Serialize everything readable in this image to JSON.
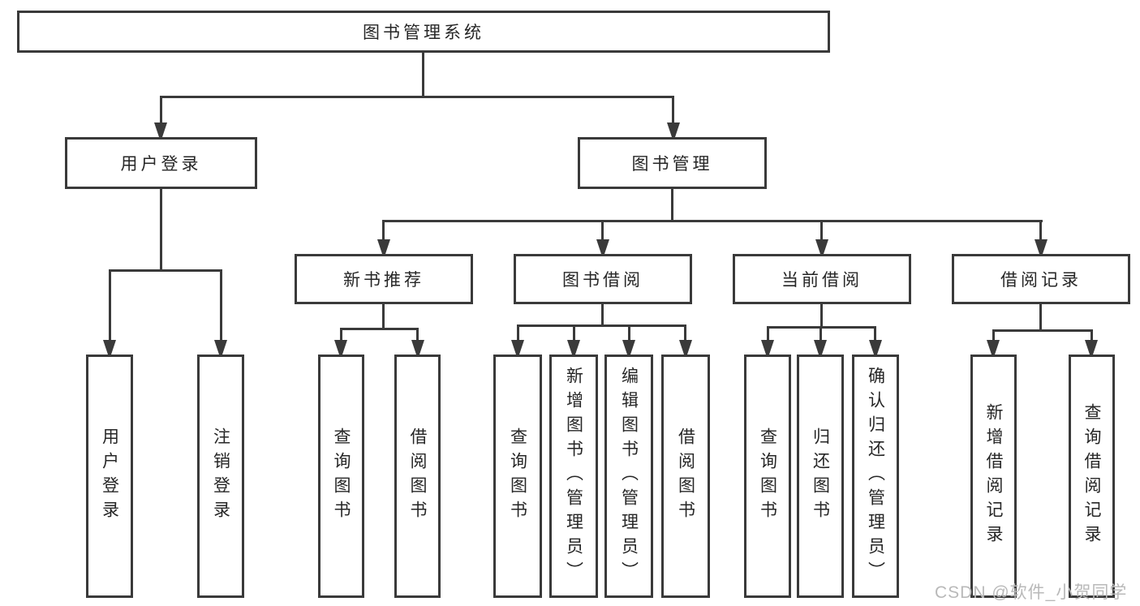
{
  "diagram_title": "图书管理系统",
  "watermark": "CSDN @软件_小贺同学",
  "colors": {
    "line": "#3a3a3a",
    "text": "#262626",
    "watermark": "#b9b9b9",
    "background": "#ffffff"
  },
  "nodes": {
    "root": "图书管理系统",
    "user_login": "用户登录",
    "book_management": "图书管理",
    "new_book_recommend": "新书推荐",
    "book_borrowing": "图书借阅",
    "current_borrowing": "当前借阅",
    "borrowing_records": "借阅记录",
    "ul_user_login": "用户登录",
    "ul_logout": "注销登录",
    "nbr_query_books": "查询图书",
    "nbr_borrow_books": "借阅图书",
    "bb_query_books": "查询图书",
    "bb_add_books_admin": "新增图书（管理员）",
    "bb_edit_books_admin": "编辑图书（管理员）",
    "bb_borrow_books": "借阅图书",
    "cb_query_books": "查询图书",
    "cb_return_books": "归还图书",
    "cb_confirm_return_admin": "确认归还（管理员）",
    "br_add_record": "新增借阅记录",
    "br_query_record": "查询借阅记录"
  }
}
